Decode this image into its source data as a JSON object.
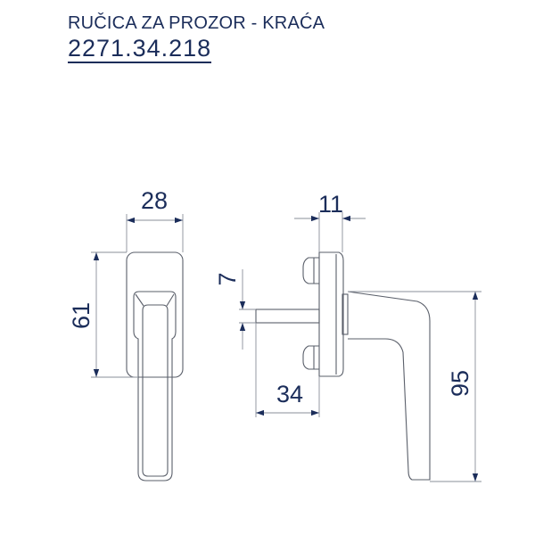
{
  "title": "RUČICA ZA PROZOR - KRAĆA",
  "product_code": "2271.34.218",
  "dimensions": {
    "rose_width": "28",
    "rose_height": "61",
    "projection": "11",
    "spindle": "7",
    "spindle_length": "34",
    "handle_length": "95"
  },
  "colors": {
    "text": "#1b2d5a",
    "lines": "#5a5f6a"
  }
}
